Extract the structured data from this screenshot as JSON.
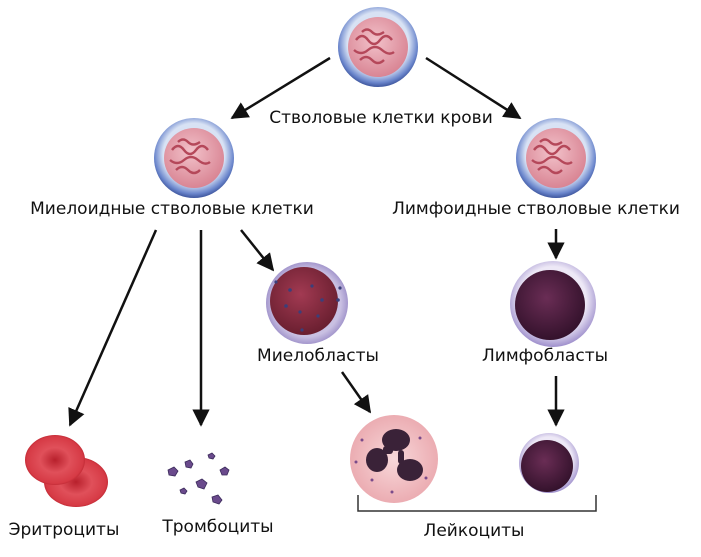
{
  "labels": {
    "stem_cells": "Стволовые клетки крови",
    "myeloid": "Миелоидные стволовые клетки",
    "lymphoid": "Лимфоидные стволовые клетки",
    "myeloblasts": "Миелобласты",
    "lymphoblasts": "Лимфобласты",
    "erythrocytes": "Эритроциты",
    "platelets": "Тромбоциты",
    "leukocytes": "Лейкоциты"
  },
  "colors": {
    "stem_rim": "#4a66b8",
    "stem_fill": "#e7a2ae",
    "stem_pattern": "#b5485a",
    "myeloblast_fill": "#7d2a3c",
    "lymphoblast_fill": "#4a1c3e",
    "lymphoblast_rim": "#c4b8dc",
    "erythrocyte": "#d8404a",
    "neutrophil_bg": "#f3c3c6",
    "neutrophil_nucleus": "#3a2238",
    "platelet": "#6a4a8c",
    "arrow": "#111111"
  }
}
